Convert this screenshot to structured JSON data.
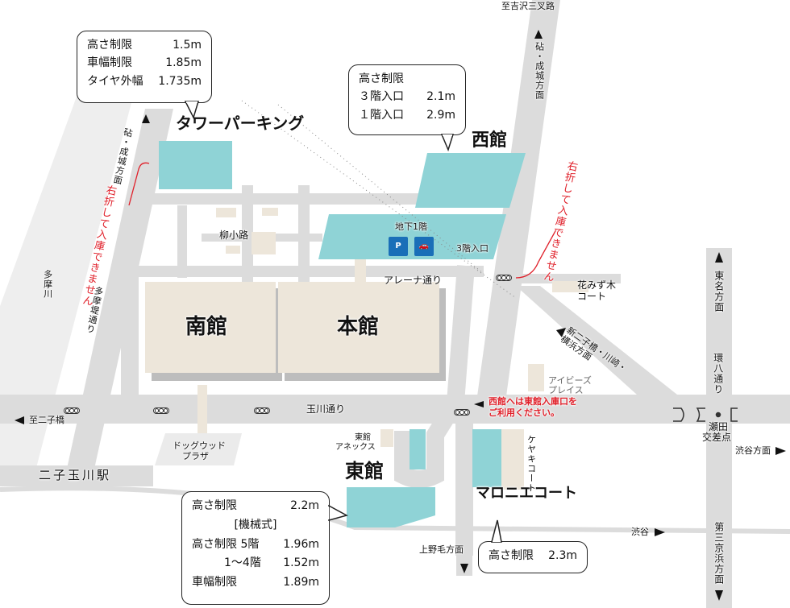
{
  "colors": {
    "road": "#dcdcdc",
    "river": "#eeeeee",
    "parking": "#8fd3d6",
    "building": "#ede6da",
    "shadow": "#bdbdbd",
    "warning": "#e0202a"
  },
  "buildings": {
    "tower_parking": "タワーパーキング",
    "west": "西館",
    "south": "南館",
    "main": "本館",
    "east": "東館",
    "marronnier": "マロニエコート"
  },
  "places": {
    "yanagi_koji": "柳小路",
    "b1": "地下1階",
    "entrance_3f": "3階入口",
    "arena_dori": "アレーナ通り",
    "hanamizuki": "花みず木\nコート",
    "hanamizuki_1": "花みず木",
    "hanamizuki_2": "コート",
    "ivys_1": "アイビーズ",
    "ivys_2": "プレイス",
    "keyaki": "ケヤキコート",
    "annex_1": "東館",
    "annex_2": "アネックス",
    "dogwood_1": "ドッグウッド",
    "dogwood_2": "プラザ",
    "station": "二子玉川駅",
    "tama_river": "多摩川",
    "tamazutsumi": "多摩堤通り",
    "tamagawa_dori": "玉川通り",
    "kanpachi": "環八通り",
    "seta_1": "瀬田",
    "seta_2": "交差点"
  },
  "directions": {
    "top": "至吉沢三叉路",
    "kinuta_right": "砧・成城方面",
    "kinuta_left": "砧・成城方面",
    "futako": "至二子橋",
    "shinfutako": "新二子橋・川崎・横浜方面",
    "tomei": "東名方面",
    "shibuya_right": "渋谷方面",
    "shibuya": "渋谷",
    "daisan": "第三京浜方面",
    "kaminoge": "上野毛方面"
  },
  "warnings": {
    "no_right_turn": "右折して入庫できません",
    "no_right_turn_2": "右折して入庫できません",
    "west_note_1": "西館へは東館入庫口を",
    "west_note_2": "ご利用ください。"
  },
  "parking_icons": [
    {
      "name": "parking-attendant-icon",
      "symbol": "P"
    },
    {
      "name": "car-attendant-icon",
      "symbol": "🚗"
    }
  ],
  "callouts": {
    "tower": [
      {
        "label": "高さ制限",
        "value": "1.5m"
      },
      {
        "label": "車幅制限",
        "value": "1.85m"
      },
      {
        "label": "タイヤ外幅",
        "value": "1.735m"
      }
    ],
    "west": {
      "title": "高さ制限",
      "rows": [
        {
          "label": "３階入口",
          "value": "2.1m"
        },
        {
          "label": "１階入口",
          "value": "2.9m"
        }
      ]
    },
    "east": {
      "height_label": "高さ制限",
      "height_value": "2.2m",
      "mech": "[機械式]",
      "h5_label": "高さ制限  5階",
      "h5_value": "1.96m",
      "h14_label": "1〜4階",
      "h14_value": "1.52m",
      "width_label": "車幅制限",
      "width_value": "1.89m"
    },
    "marronnier": {
      "label": "高さ制限",
      "value": "2.3m"
    }
  }
}
